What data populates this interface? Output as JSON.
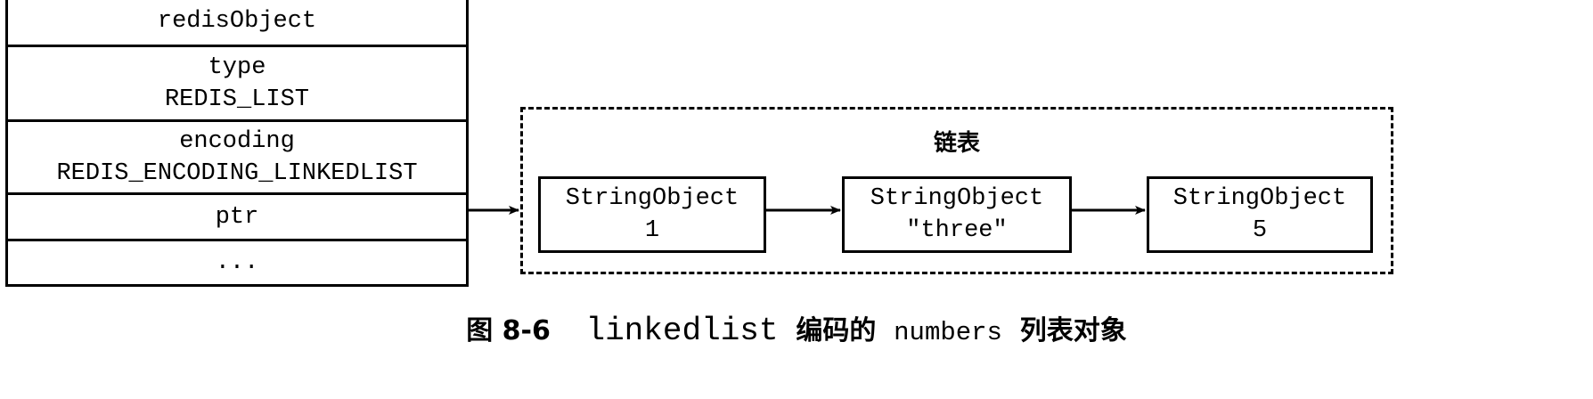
{
  "struct": {
    "title": "redisObject",
    "type_label": "type",
    "type_value": "REDIS_LIST",
    "encoding_label": "encoding",
    "encoding_value": "REDIS_ENCODING_LINKEDLIST",
    "ptr_label": "ptr",
    "more_label": "..."
  },
  "list": {
    "title": "链表",
    "nodes": [
      {
        "name": "StringObject",
        "value": "1"
      },
      {
        "name": "StringObject",
        "value": "\"three\""
      },
      {
        "name": "StringObject",
        "value": "5"
      }
    ]
  },
  "caption": {
    "figure": "图 8-6",
    "keyword": "linkedlist",
    "middle": "编码的",
    "subject": "numbers",
    "suffix": "列表对象"
  }
}
